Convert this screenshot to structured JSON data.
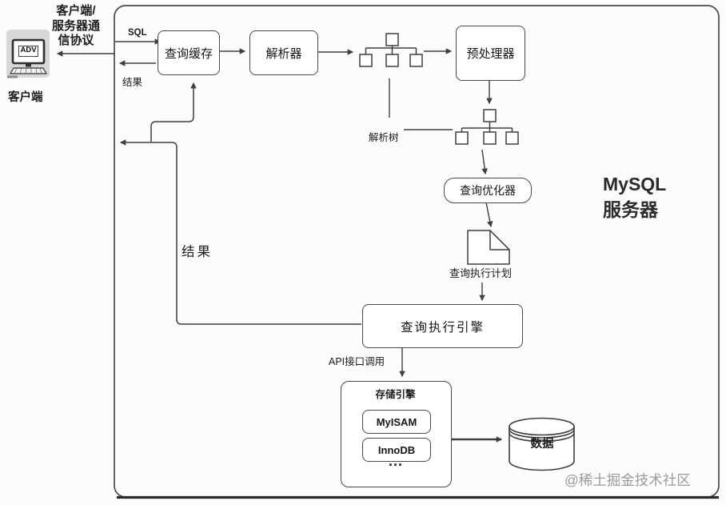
{
  "colors": {
    "line": "#3f3f3f",
    "box_border": "#4a4a4a",
    "text": "#1c1c1c",
    "watermark": "#9b9b9b",
    "client_bg": "#d8d8d8"
  },
  "client": {
    "protocol_line1": "客户端/",
    "protocol_line2": "服务器通",
    "protocol_line3": "信协议",
    "label": "客户端",
    "screen_text": "ADV"
  },
  "flow_labels": {
    "sql": "SQL",
    "result_top": "结果",
    "result_main": "结果",
    "api_call": "API接口调用",
    "parse_tree": "解析树",
    "execution_plan": "查询执行计划"
  },
  "server": {
    "title_line1": "MySQL",
    "title_line2": "服务器"
  },
  "nodes": {
    "query_cache": "查询缓存",
    "parser": "解析器",
    "preprocessor": "预处理器",
    "optimizer": "查询优化器",
    "execution_engine": "查询执行引擎",
    "storage_engine": "存储引擎",
    "myisam": "MyISAM",
    "innodb": "InnoDB",
    "more_engines": "...",
    "data": "数据"
  },
  "watermark": "@稀土掘金技术社区"
}
